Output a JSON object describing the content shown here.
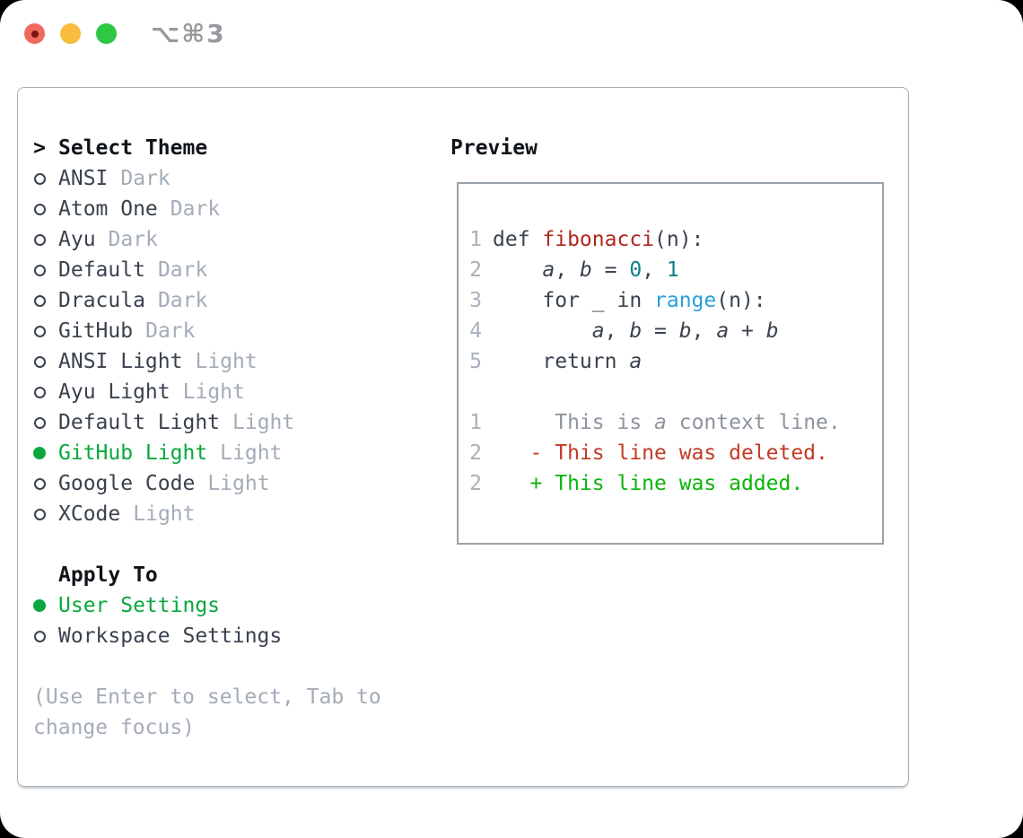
{
  "colors": {
    "accent-green": "#0aa83e",
    "added-green": "#0bb40b",
    "deleted-red": "#c43a24",
    "function-red": "#b0281c",
    "number-teal": "#0e7f89",
    "builtin-blue": "#2b9ed8",
    "text-dark": "#3a424e",
    "muted-gray": "#a4acb8",
    "gutter-gray": "#a8b0bb",
    "context-gray": "#8d949e",
    "header-black": "#101418",
    "panel-border": "#a7afba",
    "preview-border": "#9aa2ac",
    "title-gray": "#97999e",
    "light-red": "#ee6a5f",
    "light-red-dot": "#7c150d",
    "light-yellow": "#f9bc3f",
    "light-green": "#2ec845"
  },
  "window": {
    "title": "⌥⌘3"
  },
  "theme_picker": {
    "prompt": ">",
    "title": "Select Theme",
    "themes": [
      {
        "name": "ANSI",
        "variant": "Dark",
        "selected": false
      },
      {
        "name": "Atom One",
        "variant": "Dark",
        "selected": false
      },
      {
        "name": "Ayu",
        "variant": "Dark",
        "selected": false
      },
      {
        "name": "Default",
        "variant": "Dark",
        "selected": false
      },
      {
        "name": "Dracula",
        "variant": "Dark",
        "selected": false
      },
      {
        "name": "GitHub",
        "variant": "Dark",
        "selected": false
      },
      {
        "name": "ANSI Light",
        "variant": "Light",
        "selected": false
      },
      {
        "name": "Ayu Light",
        "variant": "Light",
        "selected": false
      },
      {
        "name": "Default Light",
        "variant": "Light",
        "selected": false
      },
      {
        "name": "GitHub Light",
        "variant": "Light",
        "selected": true
      },
      {
        "name": "Google Code",
        "variant": "Light",
        "selected": false
      },
      {
        "name": "XCode",
        "variant": "Light",
        "selected": false
      }
    ],
    "apply_to": {
      "title": "Apply To",
      "options": [
        {
          "name": "User Settings",
          "selected": true
        },
        {
          "name": "Workspace Settings",
          "selected": false
        }
      ]
    },
    "hint": "(Use Enter to select, Tab to change focus)"
  },
  "preview": {
    "title": "Preview",
    "lines": [
      {
        "num": "1",
        "segments": [
          [
            "p",
            "def "
          ],
          [
            "fn",
            "fibonacci"
          ],
          [
            "p",
            "(n):"
          ]
        ]
      },
      {
        "num": "2",
        "segments": [
          [
            "p",
            "    "
          ],
          [
            "v",
            "a"
          ],
          [
            "p",
            ", "
          ],
          [
            "v",
            "b"
          ],
          [
            "p",
            " = "
          ],
          [
            "n",
            "0"
          ],
          [
            "p",
            ", "
          ],
          [
            "n",
            "1"
          ]
        ]
      },
      {
        "num": "3",
        "segments": [
          [
            "p",
            "    for _ in "
          ],
          [
            "b",
            "range"
          ],
          [
            "p",
            "(n):"
          ]
        ]
      },
      {
        "num": "4",
        "segments": [
          [
            "p",
            "        "
          ],
          [
            "v",
            "a"
          ],
          [
            "p",
            ", "
          ],
          [
            "v",
            "b"
          ],
          [
            "p",
            " = "
          ],
          [
            "v",
            "b"
          ],
          [
            "p",
            ", "
          ],
          [
            "v",
            "a"
          ],
          [
            "p",
            " + "
          ],
          [
            "v",
            "b"
          ]
        ]
      },
      {
        "num": "5",
        "segments": [
          [
            "p",
            "    return "
          ],
          [
            "v",
            "a"
          ]
        ]
      },
      {
        "num": "",
        "segments": []
      },
      {
        "num": "1",
        "segments": [
          [
            "c",
            "     This is "
          ],
          [
            "cv",
            "a"
          ],
          [
            "c",
            " context line."
          ]
        ]
      },
      {
        "num": "2",
        "segments": [
          [
            "d",
            "   - This line was deleted."
          ]
        ]
      },
      {
        "num": "2",
        "segments": [
          [
            "a",
            "   + This line was added."
          ]
        ]
      }
    ]
  }
}
